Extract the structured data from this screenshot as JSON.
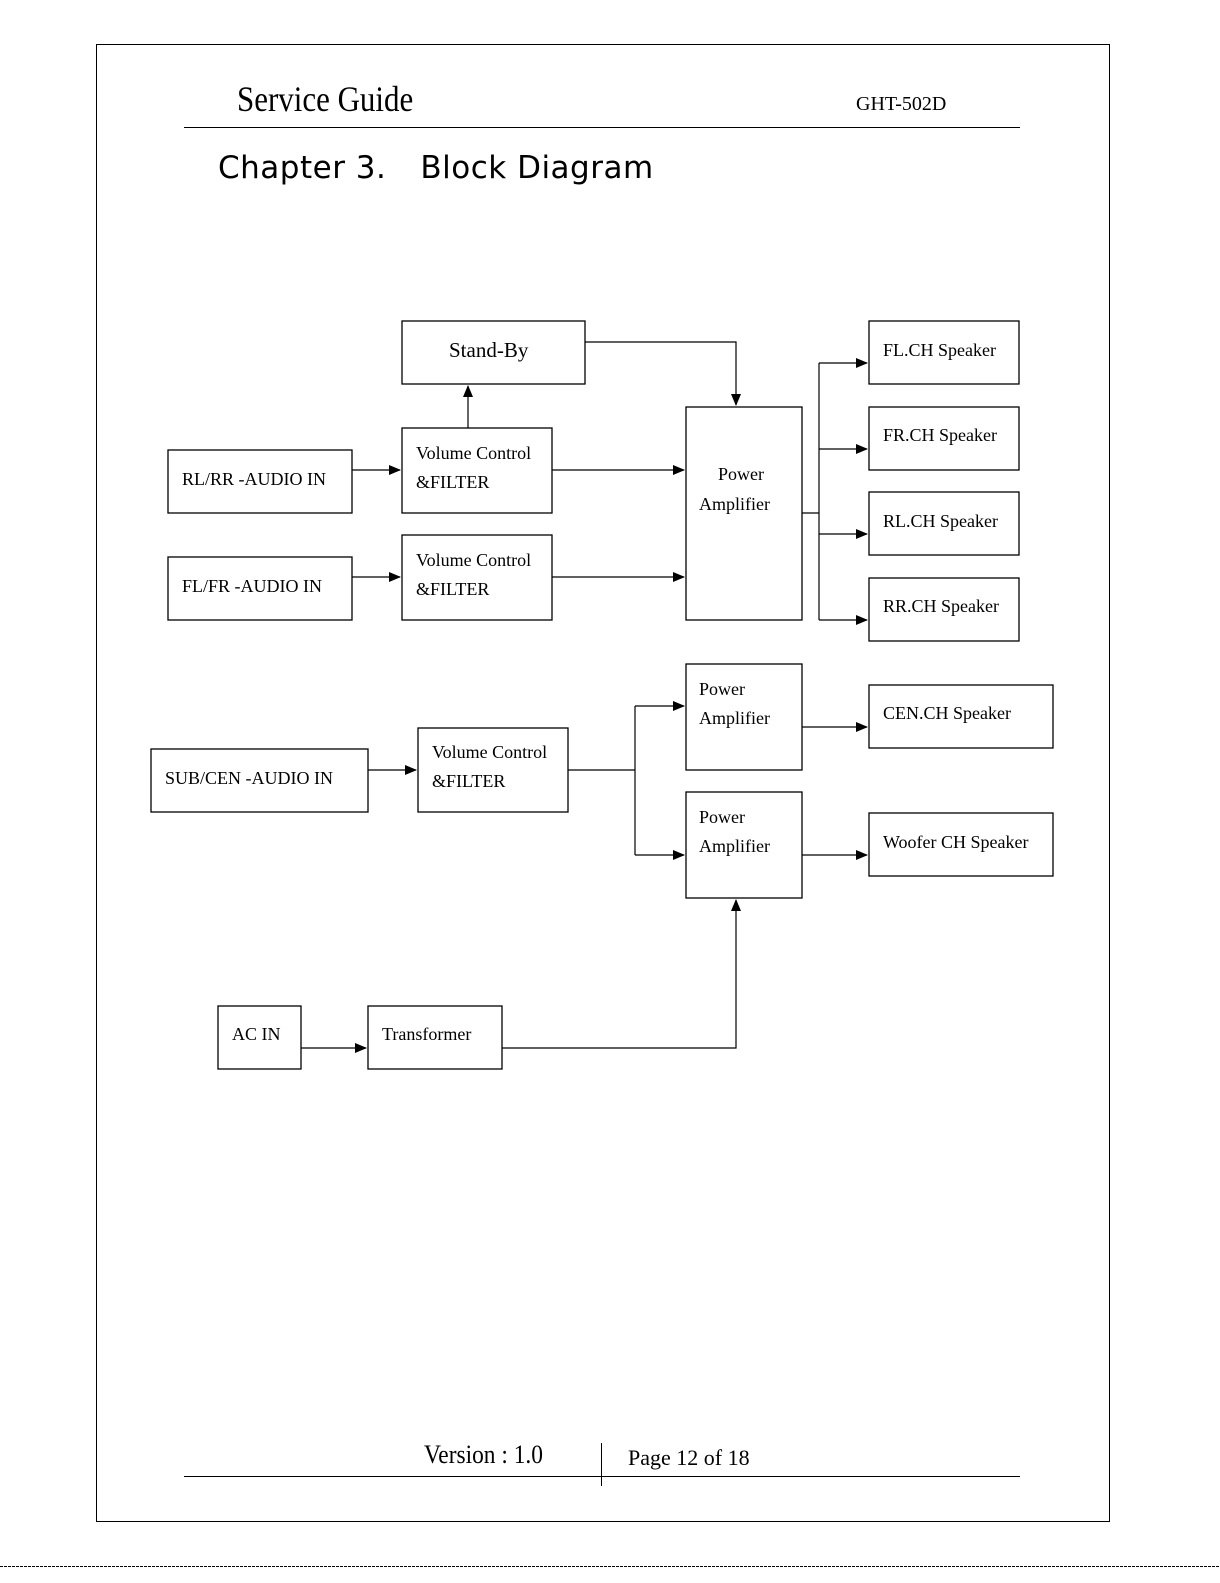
{
  "header": {
    "title": "Service Guide",
    "model": "GHT-502D"
  },
  "chapter": {
    "number": "Chapter 3.",
    "title": "Block Diagram"
  },
  "diagram": {
    "blocks": {
      "standby": [
        "Stand-By"
      ],
      "rl_rr_audio_in": [
        "RL/RR -AUDIO IN"
      ],
      "fl_fr_audio_in": [
        "FL/FR -AUDIO IN"
      ],
      "vol_filter_1": [
        "Volume Control",
        "&FILTER"
      ],
      "vol_filter_2": [
        "Volume Control",
        "&FILTER"
      ],
      "power_amp_main": [
        "Power",
        "Amplifier"
      ],
      "fl_speaker": [
        "FL.CH Speaker"
      ],
      "fr_speaker": [
        "FR.CH Speaker"
      ],
      "rl_speaker": [
        "RL.CH Speaker"
      ],
      "rr_speaker": [
        "RR.CH Speaker"
      ],
      "sub_cen_audio_in": [
        "SUB/CEN -AUDIO IN"
      ],
      "vol_filter_3": [
        "Volume Control",
        "&FILTER"
      ],
      "power_amp_cen": [
        "Power",
        "Amplifier"
      ],
      "power_amp_woofer": [
        "Power",
        "Amplifier"
      ],
      "cen_speaker": [
        "CEN.CH Speaker"
      ],
      "woofer_speaker": [
        "Woofer CH Speaker"
      ],
      "ac_in": [
        "AC IN"
      ],
      "transformer": [
        "Transformer"
      ]
    }
  },
  "footer": {
    "version": "Version : 1.0",
    "page": "Page 12 of 18"
  }
}
